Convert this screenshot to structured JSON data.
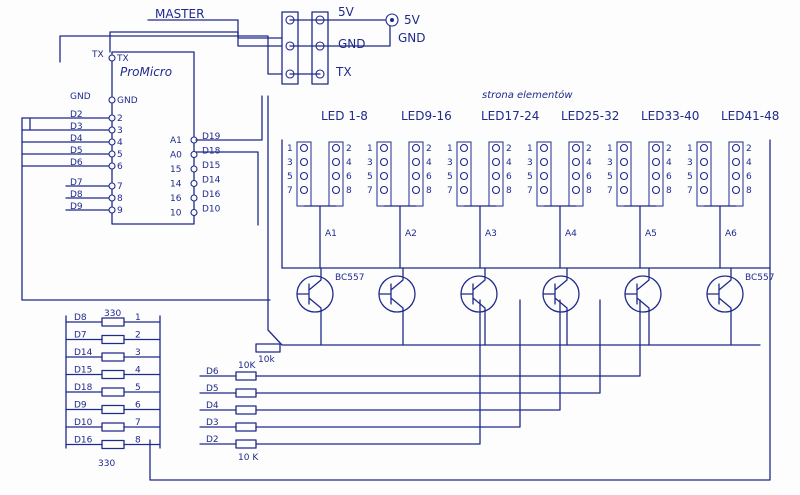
{
  "title": "MASTER",
  "power": {
    "v5": "5V",
    "gnd": "GND",
    "tx": "TX",
    "v5_right": "5V",
    "gnd_right": "GND"
  },
  "board": {
    "name": "ProMicro",
    "left_pins": [
      "TX",
      "GND",
      "2",
      "3",
      "4",
      "5",
      "6",
      "7",
      "8",
      "9"
    ],
    "left_labels": [
      "TX",
      "GND",
      "D2",
      "D3",
      "D4",
      "D5",
      "D6",
      "D7",
      "D8",
      "D9"
    ],
    "right_pins": [
      "A1",
      "A0",
      "15",
      "14",
      "16",
      "10"
    ],
    "right_labels": [
      "D19",
      "D18",
      "D15",
      "D14",
      "D16",
      "D10"
    ]
  },
  "side_label": "strona elementów",
  "led_groups": [
    {
      "label": "LED 1-8",
      "anode": "A1"
    },
    {
      "label": "LED9-16",
      "anode": "A2"
    },
    {
      "label": "LED17-24",
      "anode": "A3"
    },
    {
      "label": "LED25-32",
      "anode": "A4"
    },
    {
      "label": "LED33-40",
      "anode": "A5"
    },
    {
      "label": "LED41-48",
      "anode": "A6"
    }
  ],
  "connector_left": [
    "1",
    "3",
    "5",
    "7"
  ],
  "connector_right": [
    "2",
    "4",
    "6",
    "8"
  ],
  "transistor": "BC557",
  "base_resistor": "10k",
  "base_resistors": [
    {
      "label": "D6",
      "value": "10K"
    },
    {
      "label": "D5",
      "value": ""
    },
    {
      "label": "D4",
      "value": ""
    },
    {
      "label": "D3",
      "value": ""
    },
    {
      "label": "D2",
      "value": "10 K"
    }
  ],
  "seg_resistors": [
    {
      "label": "D8",
      "num": "1"
    },
    {
      "label": "D7",
      "num": "2"
    },
    {
      "label": "D14",
      "num": "3"
    },
    {
      "label": "D15",
      "num": "4"
    },
    {
      "label": "D18",
      "num": "5"
    },
    {
      "label": "D9",
      "num": "6"
    },
    {
      "label": "D10",
      "num": "7"
    },
    {
      "label": "D16",
      "num": "8"
    }
  ],
  "seg_value_top": "330",
  "seg_value_bottom": "330"
}
